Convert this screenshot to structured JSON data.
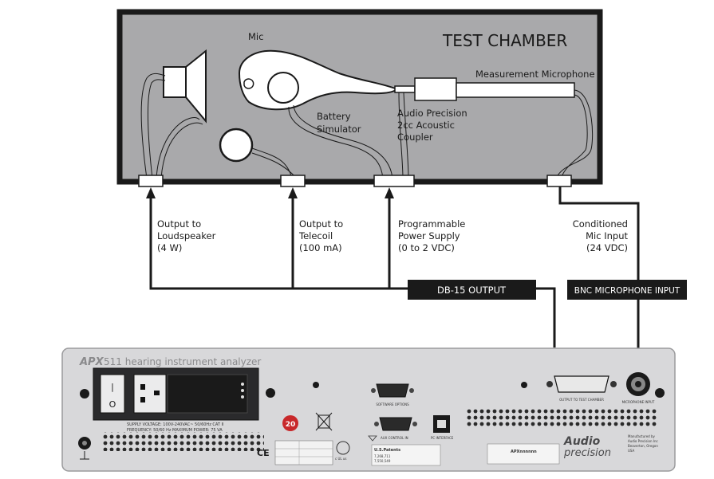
{
  "chamber": {
    "title": "TEST CHAMBER",
    "mic_label": "Mic",
    "measurement_mic_label": "Measurement Microphone",
    "battery_label_1": "Battery",
    "battery_label_2": "Simulator",
    "coupler_label_1": "Audio Precision",
    "coupler_label_2": "2cc Acoustic",
    "coupler_label_3": "Coupler"
  },
  "connections": {
    "loudspeaker_1": "Output to",
    "loudspeaker_2": "Loudspeaker",
    "loudspeaker_3": "(4 W)",
    "telecoil_1": "Output to",
    "telecoil_2": "Telecoil",
    "telecoil_3": "(100 mA)",
    "power_1": "Programmable",
    "power_2": "Power Supply",
    "power_3": "(0 to 2 VDC)",
    "micinput_1": "Conditioned",
    "micinput_2": "Mic Input",
    "micinput_3": "(24 VDC)",
    "db15_label": "DB-15 OUTPUT",
    "bnc_label": "BNC MICROPHONE INPUT"
  },
  "analyzer": {
    "logo_text": "APX",
    "model_text": "511 hearing instrument analyzer",
    "switch_on": "|",
    "switch_off": "O",
    "supply_line_1": "SUPPLY VOLTAGE: 100V-240VAC~ 50/60Hz CAT II",
    "supply_line_2": "FREQUENCY: 50/60 Hz   MAXIMUM POWER: 75 VA",
    "software_options_label": "SOFTWARE OPTIONS",
    "aux_control_label": "AUX CONTROL IN",
    "pc_interface_label": "PC INTERFACE",
    "output_chamber_label": "OUTPUT TO TEST CHAMBER",
    "microphone_input_label": "MICROPHONE INPUT",
    "patents_title": "U.S.Patents",
    "patent_1": "7,268,711",
    "patent_2": "7,550,549",
    "serial_placeholder": "APXnnnnnn",
    "brand_1": "Audio",
    "brand_2": "precision",
    "brand_note_1": "Manufactured by",
    "brand_note_2": "Audio Precision Inc",
    "brand_note_3": "Beaverton, Oregon",
    "brand_note_4": "USA",
    "rohs_text": "20",
    "ce_mark": "CE",
    "ul_mark": "c UL us"
  }
}
